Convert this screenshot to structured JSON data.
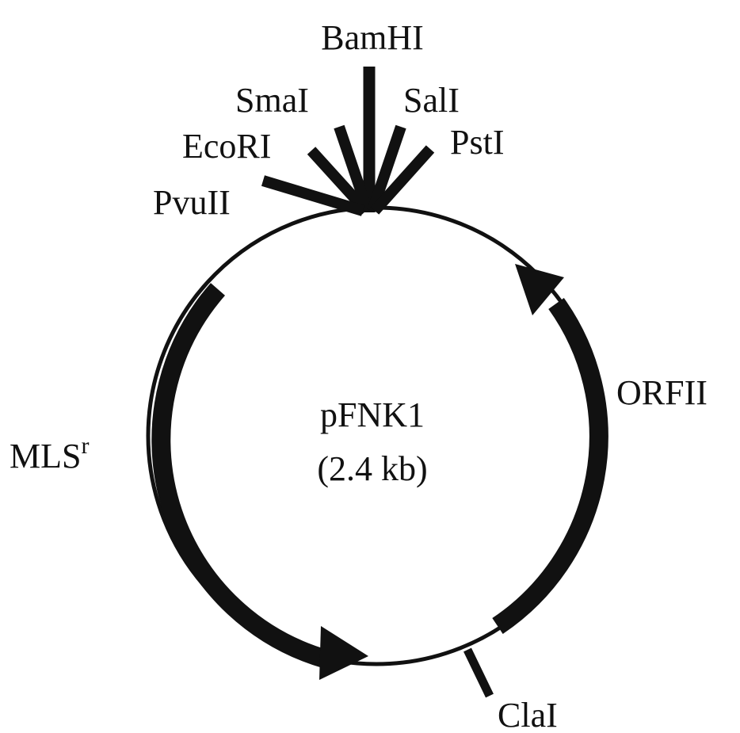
{
  "plasmid": {
    "name": "pFNK1",
    "size": "(2.4 kb)"
  },
  "restriction_sites": [
    {
      "name": "BamHI"
    },
    {
      "name": "SmaI"
    },
    {
      "name": "SalI"
    },
    {
      "name": "EcoRI"
    },
    {
      "name": "PstI"
    },
    {
      "name": "PvuII"
    },
    {
      "name": "ClaI"
    }
  ],
  "genes": [
    {
      "name": "MLS",
      "superscript": "r"
    },
    {
      "name": "ORFII"
    }
  ],
  "colors": {
    "ink": "#111111",
    "background": "#ffffff"
  }
}
